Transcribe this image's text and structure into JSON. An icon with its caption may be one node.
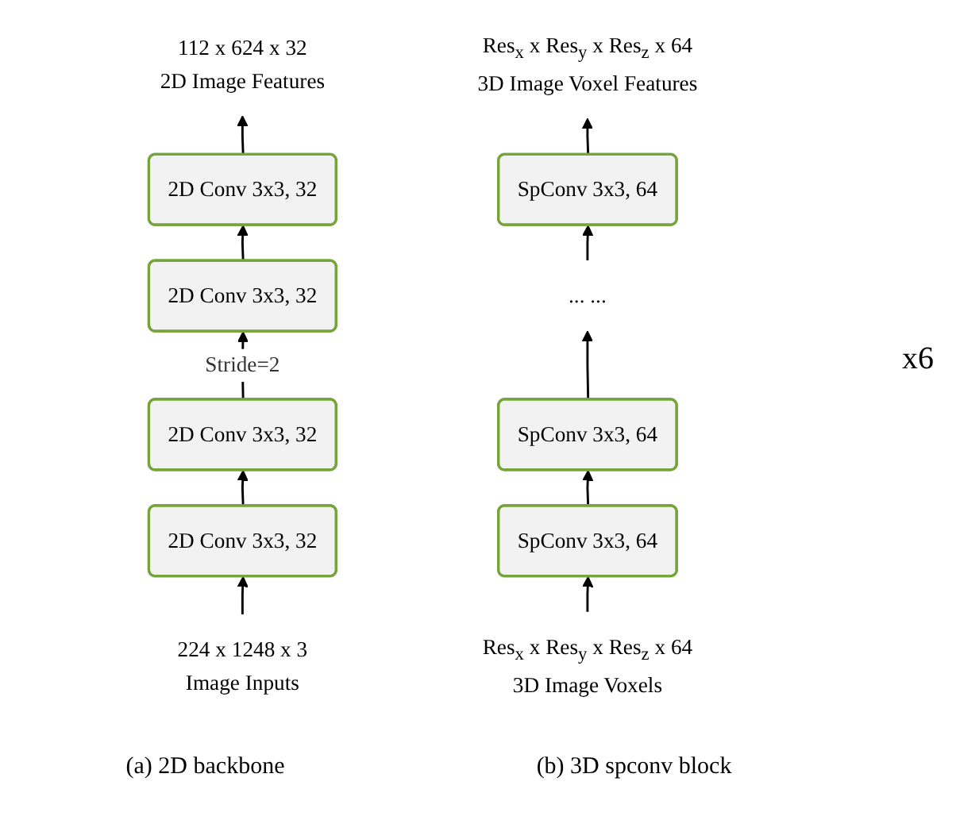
{
  "diagram": {
    "nodes": [
      {
        "text": [
          "112 x 624 x 32",
          "2D Image Features"
        ]
      },
      {
        "text": [
          "2D Conv 3x3, 32"
        ]
      },
      {
        "text": [
          "2D Conv 3x3, 32"
        ]
      },
      {
        "text": [
          "2D Conv 3x3, 32"
        ]
      },
      {
        "text": [
          "2D Conv 3x3, 32"
        ]
      },
      {
        "text": [
          "224 x 1248 x 3",
          "Image Inputs"
        ]
      },
      {
        "text": [
          "Res$_{x}$ x Res$_{y}$ x Res$_{z}$ x 64",
          "3D Image Voxel Features"
        ]
      },
      {
        "text": [
          "SpConv 3x3, 64"
        ]
      },
      {
        "text": [
          "... ..."
        ]
      },
      {
        "text": [
          "SpConv 3x3, 64"
        ]
      },
      {
        "text": [
          "SpConv 3x3, 64"
        ]
      },
      {
        "text": [
          "Res$_{x}$ x Res$_{y}$ x Res$_{z}$ x 64",
          "3D Image Voxels"
        ]
      }
    ],
    "edges": [
      {
        "from": 5,
        "to": 4,
        "arrow": "to"
      },
      {
        "from": 4,
        "to": 3,
        "arrow": "to"
      },
      {
        "from": 3,
        "to": 2,
        "arrow": "to",
        "label": "Stride=2"
      },
      {
        "from": 2,
        "to": 1,
        "arrow": "to"
      },
      {
        "from": 1,
        "to": 0,
        "arrow": "to"
      },
      {
        "from": 11,
        "to": 10,
        "arrow": "to"
      },
      {
        "from": 10,
        "to": 9,
        "arrow": "to"
      },
      {
        "from": 9,
        "to": 8,
        "arrow": "to"
      },
      {
        "from": 8,
        "to": 7,
        "arrow": "to"
      },
      {
        "from": 7,
        "to": 6,
        "arrow": "to"
      }
    ],
    "labels": [
      "x6",
      "(a) 2D backbone",
      "(b) 3D spconv block"
    ]
  }
}
